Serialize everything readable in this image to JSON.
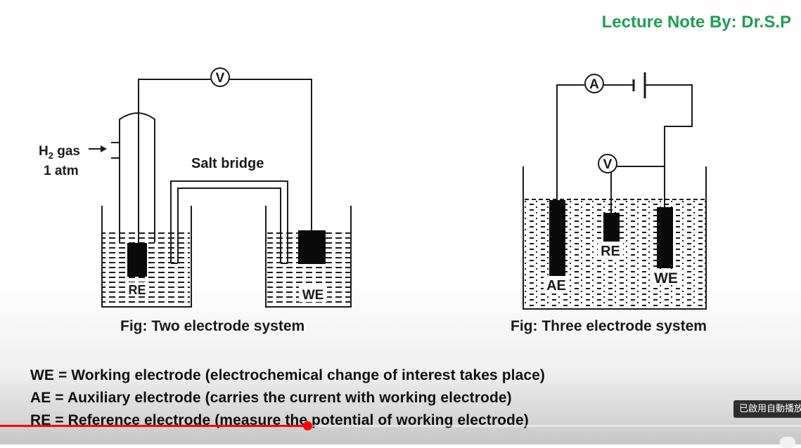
{
  "author": "Lecture Note By: Dr.S.P",
  "two_electrode": {
    "gas_label_h": "H",
    "gas_label_sub": "2",
    "gas_label_rest": " gas",
    "gas_pressure": "1 atm",
    "voltmeter": "V",
    "salt_bridge": "Salt bridge",
    "re_label": "RE",
    "we_label": "WE",
    "caption": "Fig: Two electrode system"
  },
  "three_electrode": {
    "ammeter": "A",
    "voltmeter": "V",
    "ae_label": "AE",
    "re_label": "RE",
    "we_label": "WE",
    "caption": "Fig: Three electrode system"
  },
  "legend": {
    "we": "WE = Working electrode (electrochemical change of interest takes place)",
    "ae": "AE = Auxiliary electrode  (carries the current with working electrode)",
    "re": "RE = Reference electrode (measure the potential of working electrode)"
  },
  "player": {
    "progress_fraction": 0.384,
    "autoplay_tooltip": "已啟用自動播放"
  },
  "colors": {
    "author": "#1e9d54",
    "progress": "#ff0000"
  }
}
